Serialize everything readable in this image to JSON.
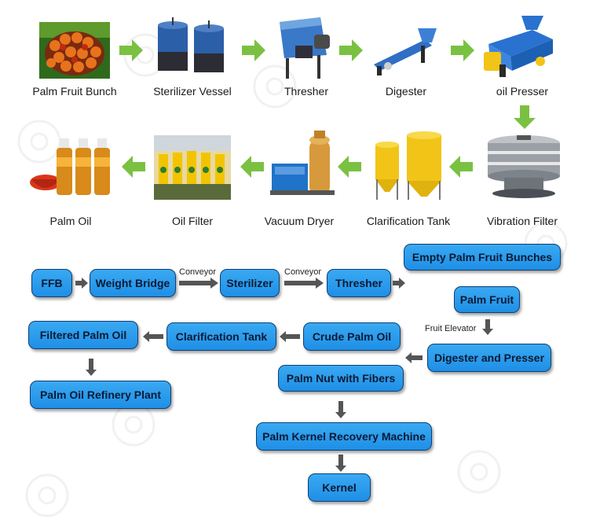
{
  "colors": {
    "box_fill": "#2196f3",
    "box_border": "#0f3f73",
    "green_arrow": "#7ac142",
    "dark_arrow": "#555555"
  },
  "top_steps": [
    {
      "label": "Palm Fruit Bunch"
    },
    {
      "label": "Sterilizer Vessel"
    },
    {
      "label": "Thresher"
    },
    {
      "label": "Digester"
    },
    {
      "label": "oil Presser"
    }
  ],
  "bottom_steps": [
    {
      "label": "Palm Oil"
    },
    {
      "label": "Oil Filter"
    },
    {
      "label": "Vacuum Dryer"
    },
    {
      "label": "Clarification Tank"
    },
    {
      "label": "Vibration Filter"
    }
  ],
  "flow": {
    "ffb": "FFB",
    "weight_bridge": "Weight Bridge",
    "conveyor_1": "Conveyor",
    "sterilizer": "Sterilizer",
    "conveyor_2": "Conveyor",
    "thresher": "Thresher",
    "empty_bunches": "Empty Palm Fruit Bunches",
    "palm_fruit": "Palm Fruit",
    "fruit_elevator": "Fruit Elevator",
    "digester_presser": "Digester and Presser",
    "crude_oil": "Crude Palm Oil",
    "clarification_tank": "Clarification Tank",
    "filtered_oil": "Filtered Palm Oil",
    "refinery": "Palm Oil Refinery Plant",
    "nut_fibers": "Palm Nut with Fibers",
    "kernel_recovery": "Palm Kernel Recovery Machine",
    "kernel": "Kernel"
  }
}
